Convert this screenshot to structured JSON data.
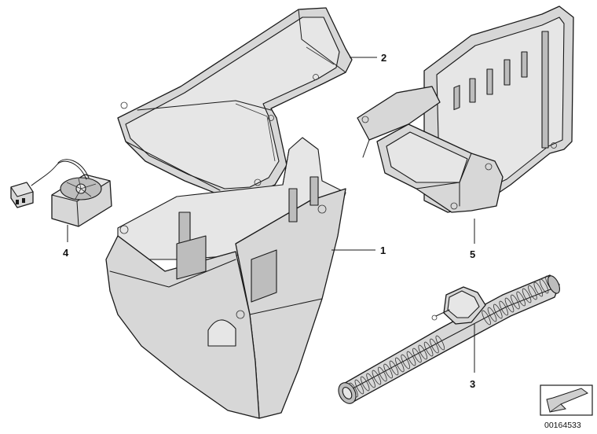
{
  "callouts": [
    {
      "id": "1",
      "label": "1"
    },
    {
      "id": "2",
      "label": "2"
    },
    {
      "id": "3",
      "label": "3"
    },
    {
      "id": "4",
      "label": "4"
    },
    {
      "id": "5",
      "label": "5"
    }
  ],
  "document_number": "00164533",
  "icons": {
    "direction": "arrow-icon"
  },
  "colors": {
    "part_fill": "#d7d7d7",
    "outline": "#1a1a1a",
    "background": "#ffffff"
  }
}
